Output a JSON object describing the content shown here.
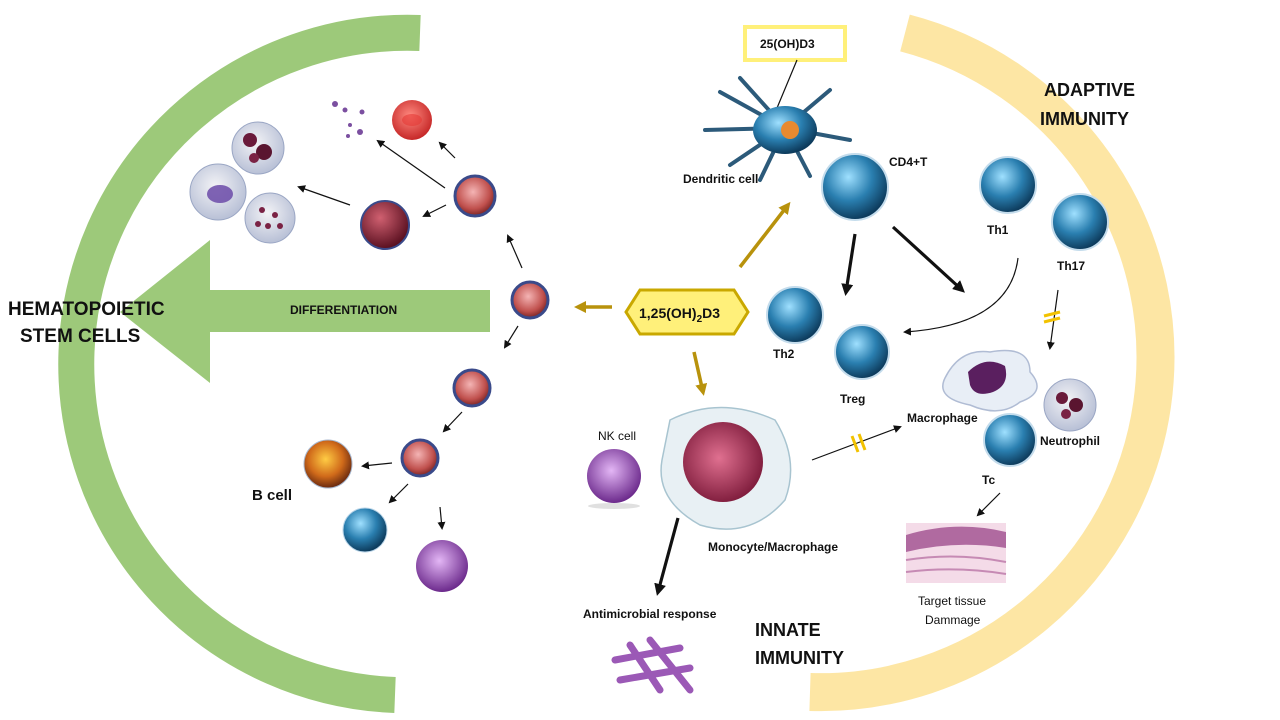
{
  "colors": {
    "green_arc": "#8cc063",
    "yellow_arc": "#fde39a",
    "gold_arrow": "#b8920c",
    "calcitriol_fill": "#fff07a",
    "calcitriol_border": "#c9a800",
    "t_cell": "#2a7fb0",
    "progenitor": "#c0504d",
    "nk_cell": "#9b59b6",
    "macrophage": "#b0306a"
  },
  "labels": {
    "hsc_line1": "HEMATOPOIETIC",
    "hsc_line2": "STEM CELLS",
    "differentiation": "DIFFERENTIATION",
    "calcitriol_main": "1,25(OH)",
    "calcitriol_sub": "2",
    "calcitriol_tail": "D3",
    "precursor": "25(OH)D3",
    "dendritic_cell": "Dendritic cell",
    "cd4t": "CD4+T",
    "adaptive_line1": "ADAPTIVE",
    "adaptive_line2": "IMMUNITY",
    "th1": "Th1",
    "th17": "Th17",
    "th2": "Th2",
    "treg": "Treg",
    "macrophage": "Macrophage",
    "neutrophil": "Neutrophil",
    "tc": "Tc",
    "target_line1": "Target tissue",
    "target_line2": "Dammage",
    "nk_cell": "NK cell",
    "monocyte": "Monocyte/Macrophage",
    "antimicrobial": "Antimicrobial response",
    "innate_line1": "INNATE",
    "innate_line2": "IMMUNITY",
    "b_cell": "B cell"
  }
}
